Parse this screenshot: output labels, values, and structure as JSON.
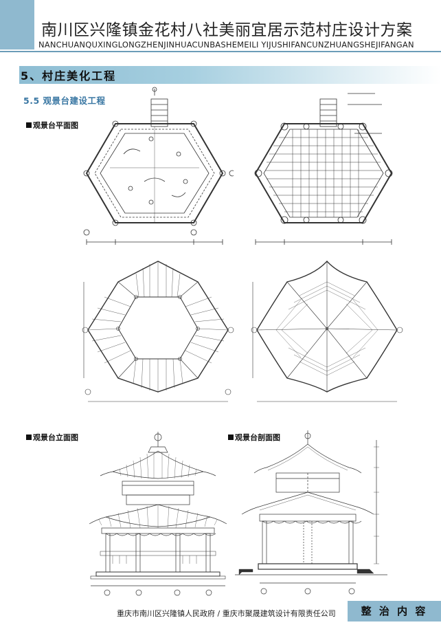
{
  "header": {
    "title": "南川区兴隆镇金花村八社美丽宜居示范村庄设计方案",
    "subtitle": "NANCHUANQUXINGLONGZHENJINHUACUNBASHEMEILI YIJUSHIFANCUNZHUANGSHEJIFANGAN"
  },
  "section": {
    "title": "5、村庄美化工程",
    "subsection": "5.5   观景台建设工程"
  },
  "drawings": {
    "plan_label": "观景台平面图",
    "elevation_label": "观景台立面图",
    "section_label": "观景台剖面图"
  },
  "footer": {
    "credits": "重庆市南川区兴隆镇人民政府 / 重庆市聚晟建筑设计有限责任公司",
    "badge": "整 治 内 容"
  },
  "colors": {
    "accent": "#8fb9cf",
    "header_line": "#6b9cb8",
    "subsection_text": "#3a77a3"
  }
}
